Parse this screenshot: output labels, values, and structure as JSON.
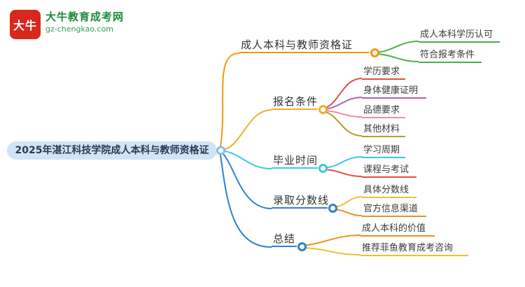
{
  "logo": {
    "icon_text": "大牛",
    "site_name": "大牛教育成考网",
    "site_url": "gz-chengkao.com"
  },
  "colors": {
    "root_bg": "#cfe4f6",
    "root_text": "#2b3a55",
    "branch_orange": "#f5980c",
    "branch_amber": "#f0ad2d",
    "cyan": "#3bc8e0",
    "blue": "#2f80d0",
    "green": "#4cae4c",
    "red": "#dd5145",
    "magenta": "#b75fa5",
    "pink": "#ef8bb1",
    "olive": "#b3a02c",
    "yellow": "#eec231",
    "orange": "#ef8f1f",
    "logo_red": "#d7281e",
    "logo_green": "#1f8a3b"
  },
  "mindmap": {
    "root": "2025年湛江科技学院成人本科与教师资格证",
    "branches": [
      {
        "label": "成人本科与教师资格证",
        "children": [
          "成人本科学历认可",
          "符合报考条件"
        ]
      },
      {
        "label": "报名条件",
        "children": [
          "学历要求",
          "身体健康证明",
          "品德要求",
          "其他材料"
        ]
      },
      {
        "label": "毕业时间",
        "children": [
          "学习周期",
          "课程与考试"
        ]
      },
      {
        "label": "录取分数线",
        "children": [
          "具体分数线",
          "官方信息渠道"
        ]
      },
      {
        "label": "总结",
        "children": [
          "成人本科的价值",
          "推荐菲鱼教育成考咨询"
        ]
      }
    ]
  }
}
